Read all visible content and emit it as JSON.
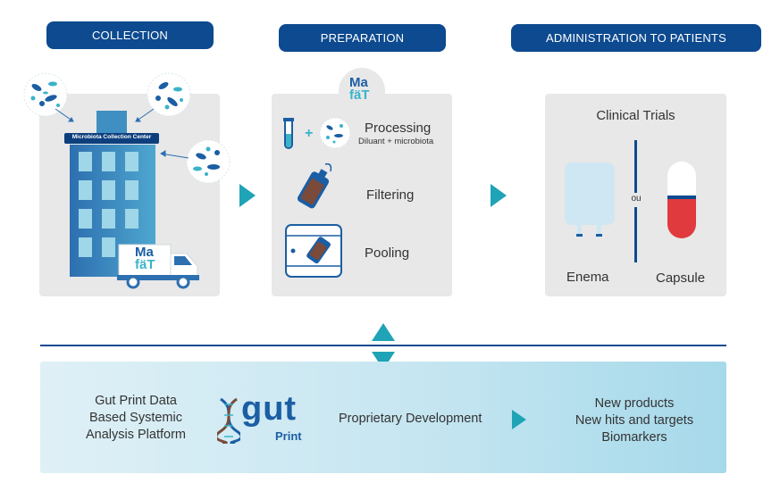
{
  "headers": {
    "collection": "COLLECTION",
    "preparation": "PREPARATION",
    "administration": "ADMINISTRATION TO PATIENTS"
  },
  "collection": {
    "building_sign": "Microbiota Collection Center",
    "truck_logo_line1": "Ma",
    "truck_logo_line2": "fäT"
  },
  "preparation": {
    "logo_line1": "Ma",
    "logo_line2": "fäT",
    "plus": "+",
    "steps": [
      {
        "label": "Processing",
        "sublabel": "Diluant + microbiota"
      },
      {
        "label": "Filtering"
      },
      {
        "label": "Pooling"
      }
    ]
  },
  "administration": {
    "title": "Clinical Trials",
    "separator": "ou",
    "option_left": "Enema",
    "option_right": "Capsule"
  },
  "bottom": {
    "platform_lines": [
      "Gut Print Data",
      "Based Systemic",
      "Analysis Platform"
    ],
    "logo_big": "gut",
    "logo_small": "Print",
    "development": "Proprietary Development",
    "outcomes": [
      "New products",
      "New hits and targets",
      "Biomarkers"
    ]
  },
  "colors": {
    "navy": "#0d4a8f",
    "teal": "#1fa3b6",
    "panel": "#e8e8e8",
    "capsule_red": "#e03a3e"
  }
}
